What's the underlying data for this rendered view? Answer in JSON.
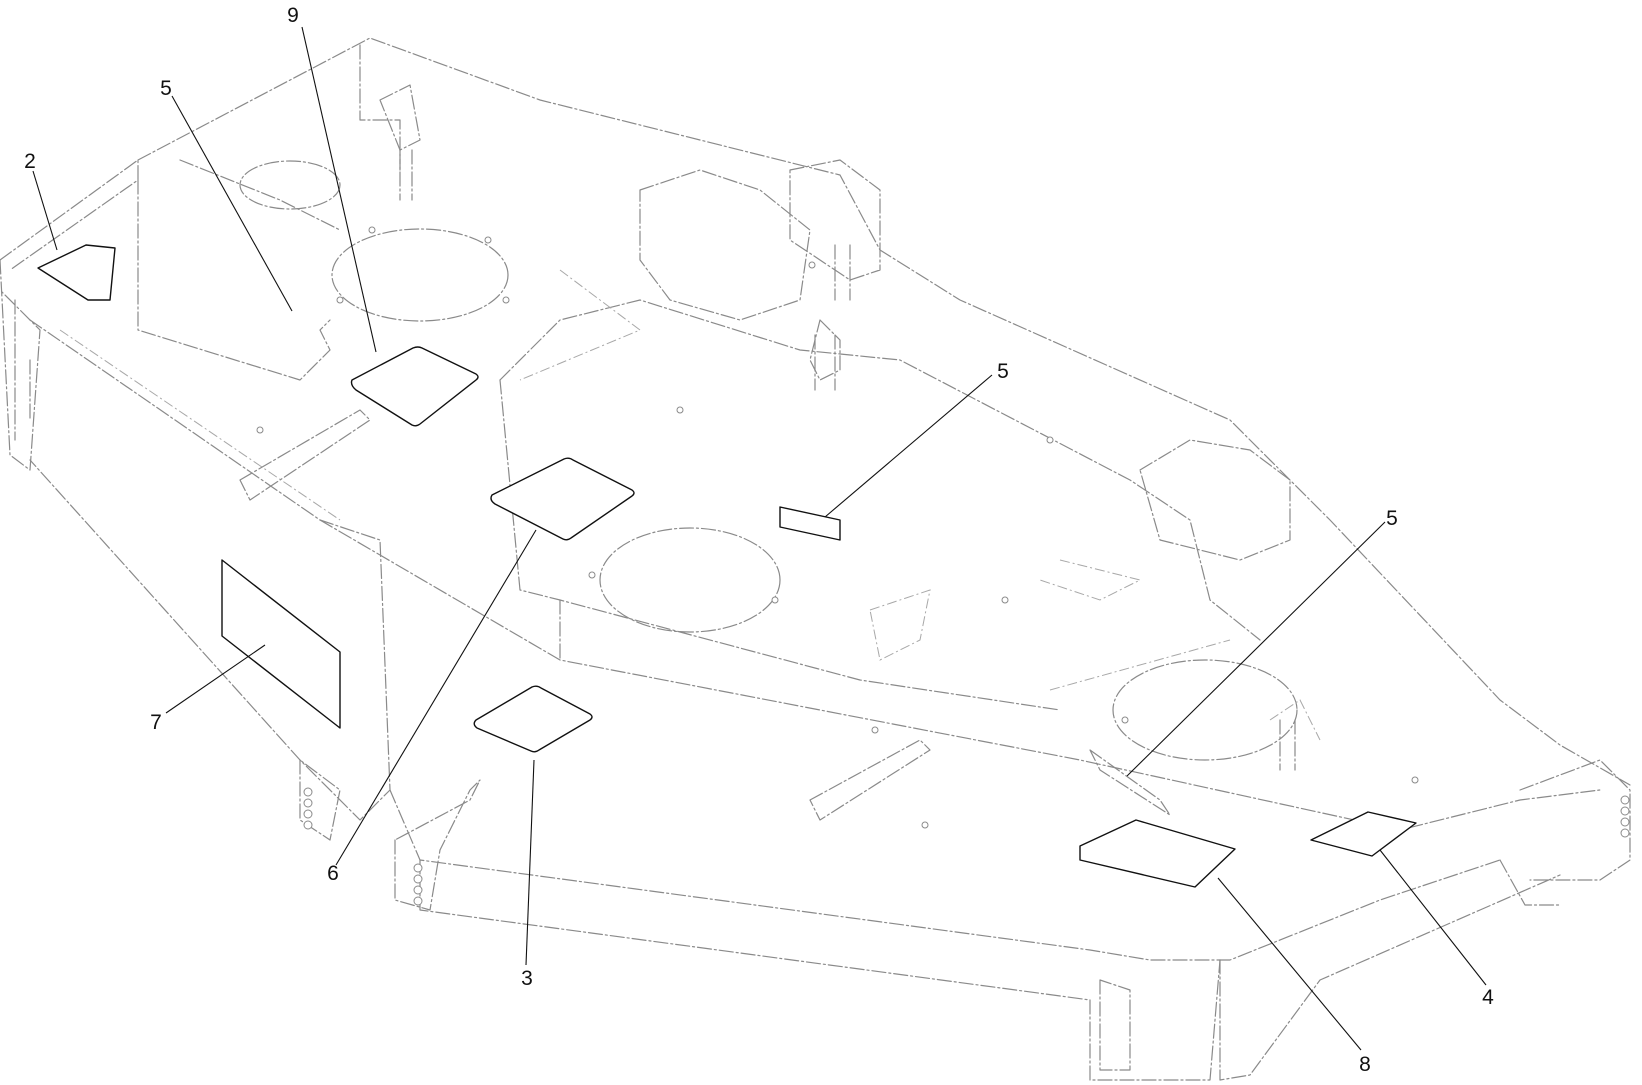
{
  "callouts": [
    {
      "id": "c9",
      "label": "9"
    },
    {
      "id": "c5a",
      "label": "5"
    },
    {
      "id": "c2",
      "label": "2"
    },
    {
      "id": "c5b",
      "label": "5"
    },
    {
      "id": "c5c",
      "label": "5"
    },
    {
      "id": "c7",
      "label": "7"
    },
    {
      "id": "c6",
      "label": "6"
    },
    {
      "id": "c3",
      "label": "3"
    },
    {
      "id": "c4",
      "label": "4"
    },
    {
      "id": "c8",
      "label": "8"
    }
  ]
}
